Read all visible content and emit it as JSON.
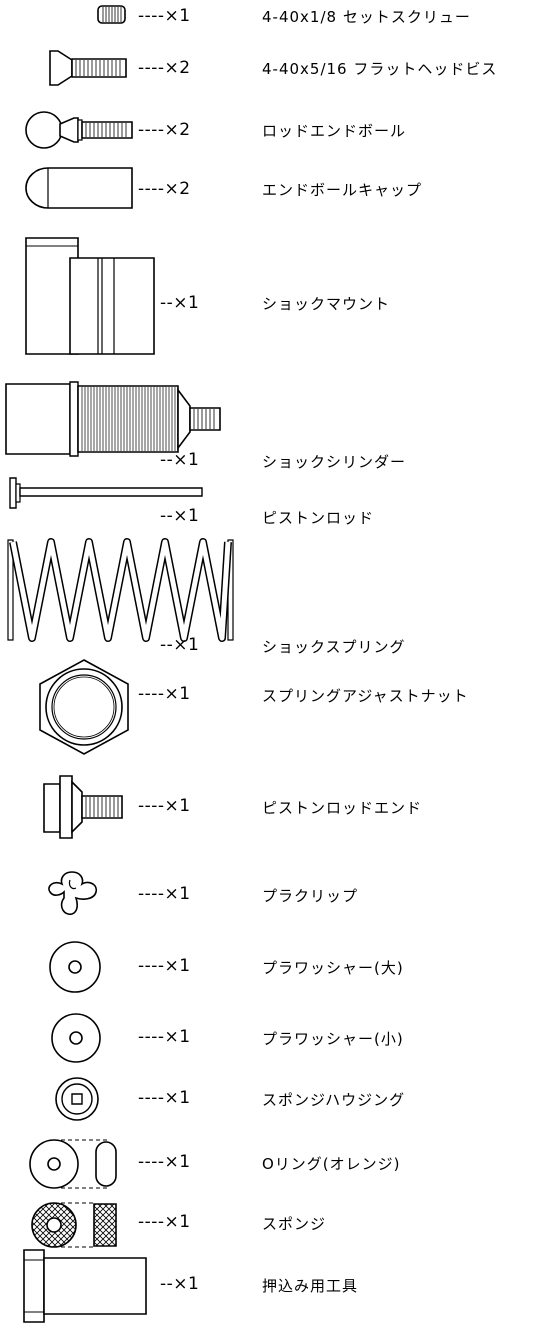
{
  "parts": [
    {
      "qty": "----×1",
      "name": "4-40x1/8 セットスクリュー",
      "icon": "set-screw"
    },
    {
      "qty": "----×2",
      "name": "4-40x5/16 フラットヘッドビス",
      "icon": "flat-head-screw"
    },
    {
      "qty": "----×2",
      "name": "ロッドエンドボール",
      "icon": "rod-end-ball"
    },
    {
      "qty": "----×2",
      "name": "エンドボールキャップ",
      "icon": "end-ball-cap"
    },
    {
      "qty": "--×1",
      "name": "ショックマウント",
      "icon": "shock-mount"
    },
    {
      "qty": "--×1",
      "name": "ショックシリンダー",
      "icon": "shock-cylinder"
    },
    {
      "qty": "--×1",
      "name": "ピストンロッド",
      "icon": "piston-rod"
    },
    {
      "qty": "--×1",
      "name": "ショックスプリング",
      "icon": "shock-spring"
    },
    {
      "qty": "----×1",
      "name": "スプリングアジャストナット",
      "icon": "adjust-nut"
    },
    {
      "qty": "----×1",
      "name": "ピストンロッドエンド",
      "icon": "piston-rod-end"
    },
    {
      "qty": "----×1",
      "name": "プラクリップ",
      "icon": "plastic-clip"
    },
    {
      "qty": "----×1",
      "name": "プラワッシャー(大)",
      "icon": "washer-large"
    },
    {
      "qty": "----×1",
      "name": "プラワッシャー(小)",
      "icon": "washer-small"
    },
    {
      "qty": "----×1",
      "name": "スポンジハウジング",
      "icon": "sponge-housing"
    },
    {
      "qty": "----×1",
      "name": "Oリング(オレンジ)",
      "icon": "o-ring"
    },
    {
      "qty": "----×1",
      "name": "スポンジ",
      "icon": "sponge"
    },
    {
      "qty": "--×1",
      "name": "押込み用工具",
      "icon": "press-tool"
    }
  ]
}
